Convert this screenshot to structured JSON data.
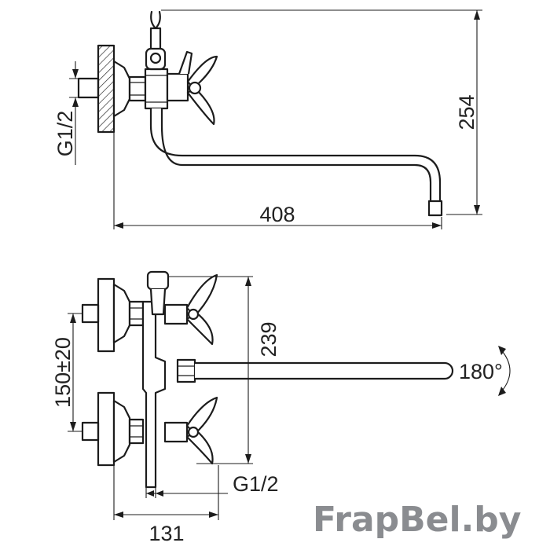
{
  "top_view": {
    "dim_length": "408",
    "dim_height": "254",
    "dim_thread": "G1/2"
  },
  "front_view": {
    "dim_height": "239",
    "dim_spacing": "150±20",
    "dim_depth": "131",
    "dim_thread": "G1/2",
    "dim_rotation": "180°"
  },
  "watermark": {
    "text": "FrapBel.by",
    "color": "#8a8c90"
  }
}
